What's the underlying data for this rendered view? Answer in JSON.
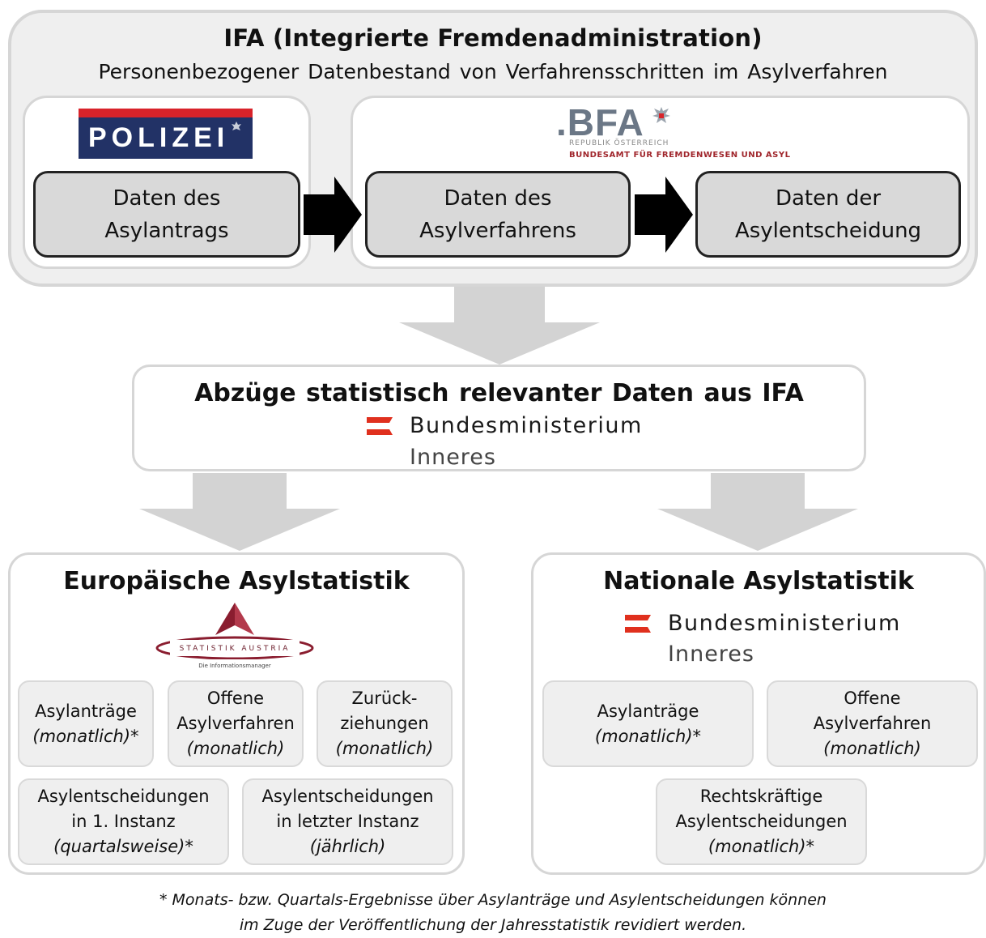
{
  "ifa": {
    "title": "IFA (Integrierte Fremdenadministration)",
    "subtitle": "Personenbezogener Datenbestand von Verfahrensschritten im Asylverfahren",
    "police_logo_text": "POLIZEI",
    "bfa_logo": {
      "main": ".BFA",
      "line1": "REPUBLIK ÖSTERREICH",
      "line2": "BUNDESAMT FÜR FREMDENWESEN UND ASYL"
    },
    "steps": [
      {
        "line1": "Daten des",
        "line2": "Asylantrags"
      },
      {
        "line1": "Daten des",
        "line2": "Asylverfahrens"
      },
      {
        "line1": "Daten der",
        "line2": "Asylentscheidung"
      }
    ]
  },
  "abzuege": {
    "title": "Abzüge statistisch relevanter Daten aus IFA",
    "ministry_name": "Bundesministerium",
    "ministry_sub": "Inneres"
  },
  "eu": {
    "title": "Europäische Asylstatistik",
    "logo_text": "STATISTIK AUSTRIA",
    "logo_tagline": "Die Informationsmanager",
    "items": [
      {
        "lines": [
          "Asylanträge"
        ],
        "freq": "(monatlich)*"
      },
      {
        "lines": [
          "Offene",
          "Asylverfahren"
        ],
        "freq": "(monatlich)"
      },
      {
        "lines": [
          "Zurück-",
          "ziehungen"
        ],
        "freq": "(monatlich)"
      },
      {
        "lines": [
          "Asylentscheidungen",
          "in 1. Instanz"
        ],
        "freq": "(quartalsweise)*"
      },
      {
        "lines": [
          "Asylentscheidungen",
          "in letzter Instanz"
        ],
        "freq": "(jährlich)"
      }
    ]
  },
  "national": {
    "title": "Nationale Asylstatistik",
    "ministry_name": "Bundesministerium",
    "ministry_sub": "Inneres",
    "items": [
      {
        "lines": [
          "Asylanträge"
        ],
        "freq": "(monatlich)*"
      },
      {
        "lines": [
          "Offene",
          "Asylverfahren"
        ],
        "freq": "(monatlich)"
      },
      {
        "lines": [
          "Rechtskräftige",
          "Asylentscheidungen"
        ],
        "freq": "(monatlich)*"
      }
    ]
  },
  "footnote": {
    "line1": "* Monats- bzw. Quartals-Ergebnisse über Asylanträge und Asylentscheidungen können",
    "line2": "im Zuge der Veröffentlichung der Jahresstatistik revidiert werden."
  },
  "colors": {
    "container_fill": "#efefef",
    "border_gray": "#d6d6d6",
    "step_fill": "#d9d9d9",
    "flow_arrow": "#000000",
    "down_arrow": "#d3d3d3",
    "ministry_red": "#e0301e",
    "police_red": "#d8232a",
    "police_blue": "#223266"
  }
}
